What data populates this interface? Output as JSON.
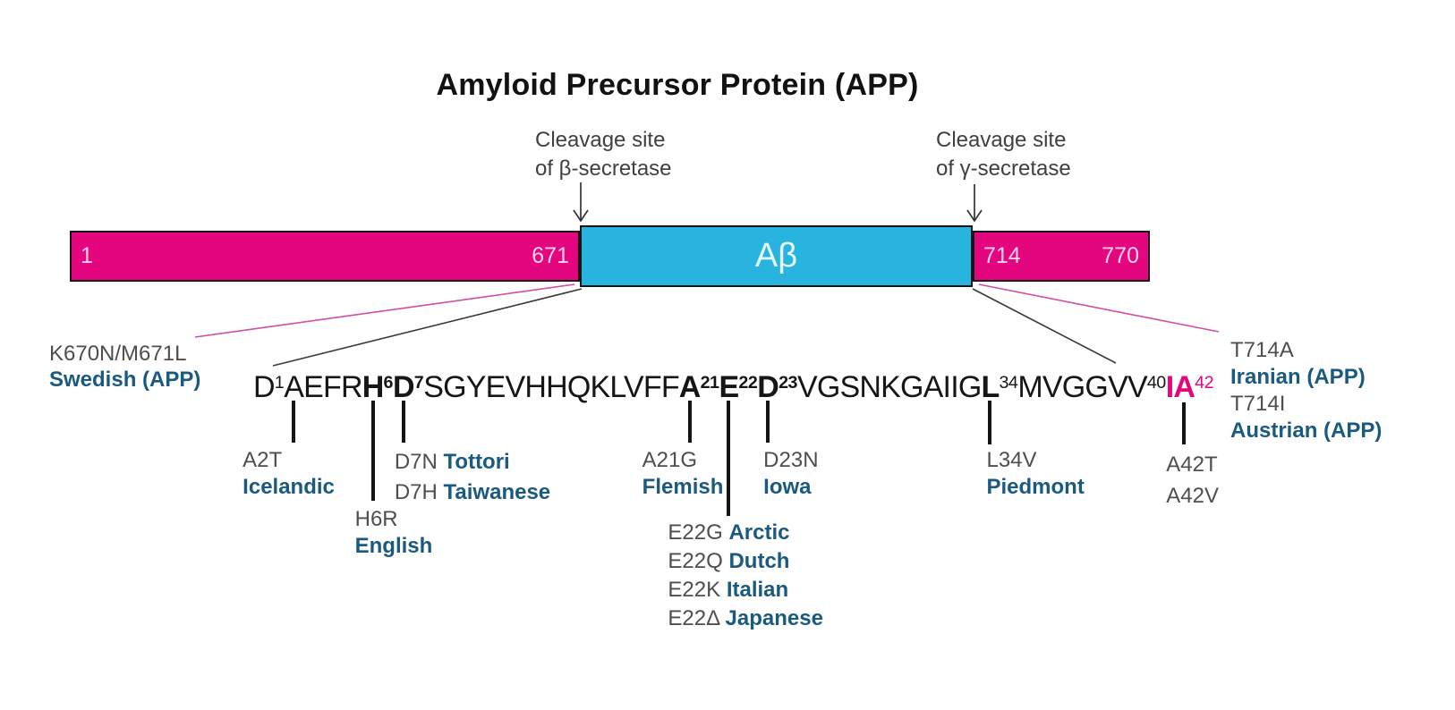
{
  "colors": {
    "magenta": "#E4067F",
    "cyan": "#29B4E0",
    "blue": "#1A5A80",
    "gray": "#4E4E4E",
    "ink": "#161616",
    "bar_number": "rgba(255,255,255,0.82)"
  },
  "title": "Amyloid Precursor Protein (APP)",
  "cleavage_beta": {
    "line1": "Cleavage site",
    "line2": "of β-secretase"
  },
  "cleavage_gamma": {
    "line1": "Cleavage site",
    "line2": "of γ-secretase"
  },
  "bar": {
    "left_start": "1",
    "left_end": "671",
    "abeta_label": "Aβ",
    "right_start": "714",
    "right_end": "770"
  },
  "sequence": {
    "segments": [
      {
        "t": "D",
        "sup": "1"
      },
      {
        "t": "A",
        "anchor": "A2"
      },
      {
        "t": "EFR"
      },
      {
        "t": "H",
        "sup": "6",
        "bold": true,
        "anchor": "H6"
      },
      {
        "t": "D",
        "sup": "7",
        "bold": true,
        "anchor": "D7"
      },
      {
        "t": "SGYEVHHQKLVFF"
      },
      {
        "t": "A",
        "sup": "21",
        "bold": true,
        "anchor": "A21"
      },
      {
        "t": "E",
        "sup": "22",
        "bold": true,
        "anchor": "E22"
      },
      {
        "t": "D",
        "sup": "23",
        "bold": true,
        "anchor": "D23"
      },
      {
        "t": "VGSNKGAIIG"
      },
      {
        "t": "L",
        "sup": "34",
        "bold": true,
        "sup_bold": false,
        "anchor": "L34"
      },
      {
        "t": "MVGGVV",
        "sup": "40"
      },
      {
        "t": "I",
        "bold": true,
        "magenta": true
      },
      {
        "t": "A",
        "sup": "42",
        "bold": true,
        "sup_bold": false,
        "magenta": true,
        "anchor": "A42"
      }
    ]
  },
  "flank": {
    "swedish": {
      "code": "K670N/M671L",
      "name": "Swedish (APP)"
    },
    "t714": {
      "rows": [
        {
          "code": "T714A",
          "name": "Iranian (APP)"
        },
        {
          "code": "T714I",
          "name": "Austrian (APP)"
        }
      ]
    }
  },
  "mutations": {
    "a2": {
      "code": "A2T",
      "name": "Icelandic"
    },
    "h6": {
      "code": "H6R",
      "name": "English"
    },
    "d7": {
      "rows": [
        {
          "code": "D7N",
          "name": "Tottori"
        },
        {
          "code": "D7H",
          "name": "Taiwanese"
        }
      ]
    },
    "a21": {
      "code": "A21G",
      "name": "Flemish"
    },
    "e22": {
      "rows": [
        {
          "code": "E22G",
          "name": "Arctic"
        },
        {
          "code": "E22Q",
          "name": "Dutch"
        },
        {
          "code": "E22K",
          "name": "Italian"
        },
        {
          "code": "E22Δ",
          "name": "Japanese"
        }
      ]
    },
    "d23": {
      "code": "D23N",
      "name": "Iowa"
    },
    "l34": {
      "code": "L34V",
      "name": "Piedmont"
    },
    "a42": {
      "codes": [
        "A42T",
        "A42V"
      ]
    }
  }
}
